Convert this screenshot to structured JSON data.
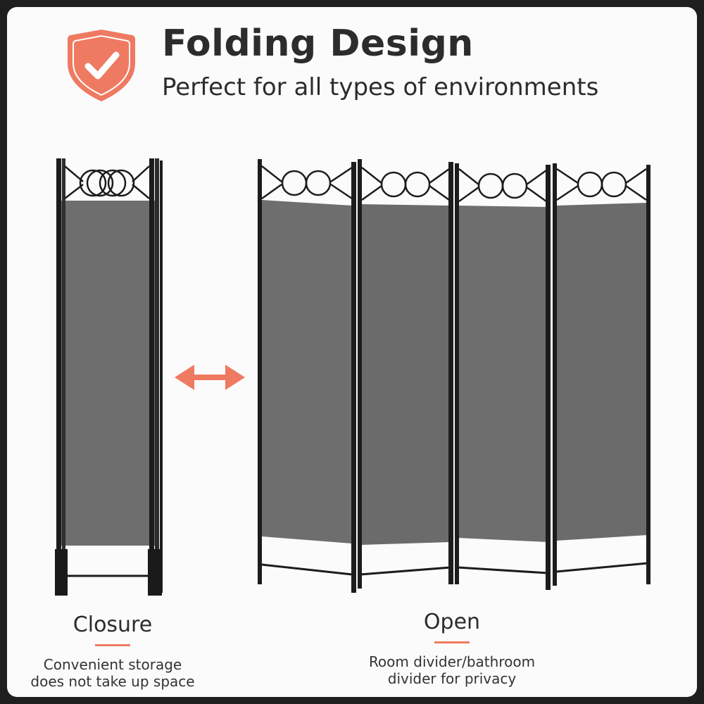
{
  "header": {
    "badge_icon": "shield-check-icon",
    "title": "Folding Design",
    "subtitle": "Perfect for all types of environments"
  },
  "colors": {
    "accent": "#ef7a62",
    "panel_fabric": "#6e6e6e",
    "frame": "#1c1c1c",
    "background": "#fbfbfb",
    "outer_border": "#1f1f1f"
  },
  "arrow_icon": "double-arrow-icon",
  "closure": {
    "title": "Closure",
    "description_lines": [
      "Convenient storage",
      "does not take up space"
    ]
  },
  "open": {
    "title": "Open",
    "description_lines": [
      "Room divider/bathroom",
      "divider for privacy"
    ]
  }
}
